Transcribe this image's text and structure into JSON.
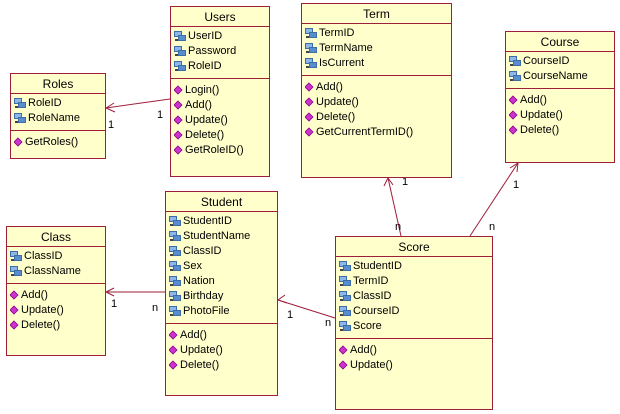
{
  "classes": {
    "users": {
      "name": "Users",
      "attributes": [
        "UserID",
        "Password",
        "RoleID"
      ],
      "operations": [
        "Login()",
        "Add()",
        "Update()",
        "Delete()",
        "GetRoleID()"
      ]
    },
    "term": {
      "name": "Term",
      "attributes": [
        "TermID",
        "TermName",
        "IsCurrent"
      ],
      "operations": [
        "Add()",
        "Update()",
        "Delete()",
        "GetCurrentTermID()"
      ]
    },
    "course": {
      "name": "Course",
      "attributes": [
        "CourseID",
        "CourseName"
      ],
      "operations": [
        "Add()",
        "Update()",
        "Delete()"
      ]
    },
    "roles": {
      "name": "Roles",
      "attributes": [
        "RoleID",
        "RoleName"
      ],
      "operations": [
        "GetRoles()"
      ]
    },
    "student": {
      "name": "Student",
      "attributes": [
        "StudentID",
        "StudentName",
        "ClassID",
        "Sex",
        "Nation",
        "Birthday",
        "PhotoFile"
      ],
      "operations": [
        "Add()",
        "Update()",
        "Delete()"
      ]
    },
    "class": {
      "name": "Class",
      "attributes": [
        "ClassID",
        "ClassName"
      ],
      "operations": [
        "Add()",
        "Update()",
        "Delete()"
      ]
    },
    "score": {
      "name": "Score",
      "attributes": [
        "StudentID",
        "TermID",
        "ClassID",
        "CourseID",
        "Score"
      ],
      "operations": [
        "Add()",
        "Update()"
      ]
    }
  },
  "associations": [
    {
      "from": "users",
      "to": "roles",
      "from_multiplicity": "1",
      "to_multiplicity": "1"
    },
    {
      "from": "student",
      "to": "class",
      "from_multiplicity": "n",
      "to_multiplicity": "1"
    },
    {
      "from": "score",
      "to": "student",
      "from_multiplicity": "n",
      "to_multiplicity": "1"
    },
    {
      "from": "score",
      "to": "term",
      "from_multiplicity": "n",
      "to_multiplicity": "1"
    },
    {
      "from": "score",
      "to": "course",
      "from_multiplicity": "n",
      "to_multiplicity": "1"
    }
  ],
  "icons": {
    "attribute": "attribute-icon",
    "operation": "operation-icon"
  },
  "colors": {
    "class_fill": "#ffffcc",
    "border": "#9e1f3a",
    "attribute_icon": "#3a6ea5",
    "operation_icon": "#cc33cc"
  }
}
